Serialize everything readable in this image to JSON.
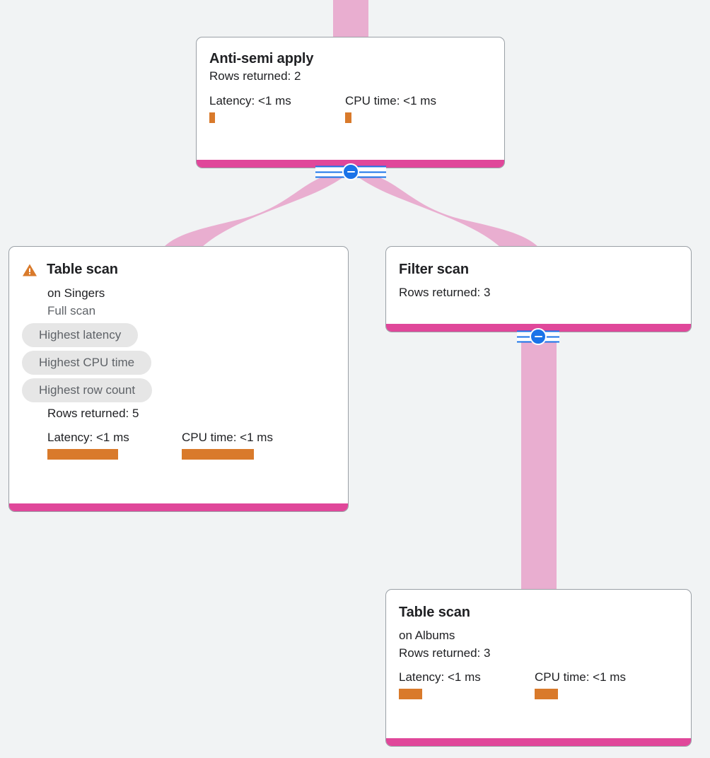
{
  "theme": {
    "page_background": "#f1f3f4",
    "card_background": "#ffffff",
    "card_border": "#9aa0a6",
    "footer_accent": "#e0479a",
    "edge_ribbon": "#e9aed0",
    "metric_bar": "#d97a2b",
    "warning_icon": "#d97a2b",
    "chip_background": "#e6e6e6",
    "chip_text": "#5f6368",
    "connector_blue": "#1a73e8"
  },
  "diagram": {
    "type": "query-execution-plan",
    "nodes": [
      {
        "id": "anti-semi-apply",
        "title": "Anti-semi apply",
        "rows_returned": "Rows returned: 2",
        "latency_label": "Latency: <1 ms",
        "cpu_label": "CPU time: <1 ms"
      },
      {
        "id": "table-scan-singers",
        "title": "Table scan",
        "warning_icon": "warning-triangle-icon",
        "subtitle": "on Singers",
        "scan_type": "Full scan",
        "chips": [
          "Highest latency",
          "Highest CPU time",
          "Highest row count"
        ],
        "rows_returned": "Rows returned: 5",
        "latency_label": "Latency: <1 ms",
        "cpu_label": "CPU time: <1 ms"
      },
      {
        "id": "filter-scan",
        "title": "Filter scan",
        "rows_returned": "Rows returned: 3"
      },
      {
        "id": "table-scan-albums",
        "title": "Table scan",
        "subtitle": "on Albums",
        "rows_returned": "Rows returned: 3",
        "latency_label": "Latency: <1 ms",
        "cpu_label": "CPU time: <1 ms"
      }
    ],
    "connectors": [
      {
        "id": "collapse-anti-semi-apply",
        "icon": "minus-circle-icon"
      },
      {
        "id": "collapse-filter-scan",
        "icon": "minus-circle-icon"
      }
    ]
  }
}
